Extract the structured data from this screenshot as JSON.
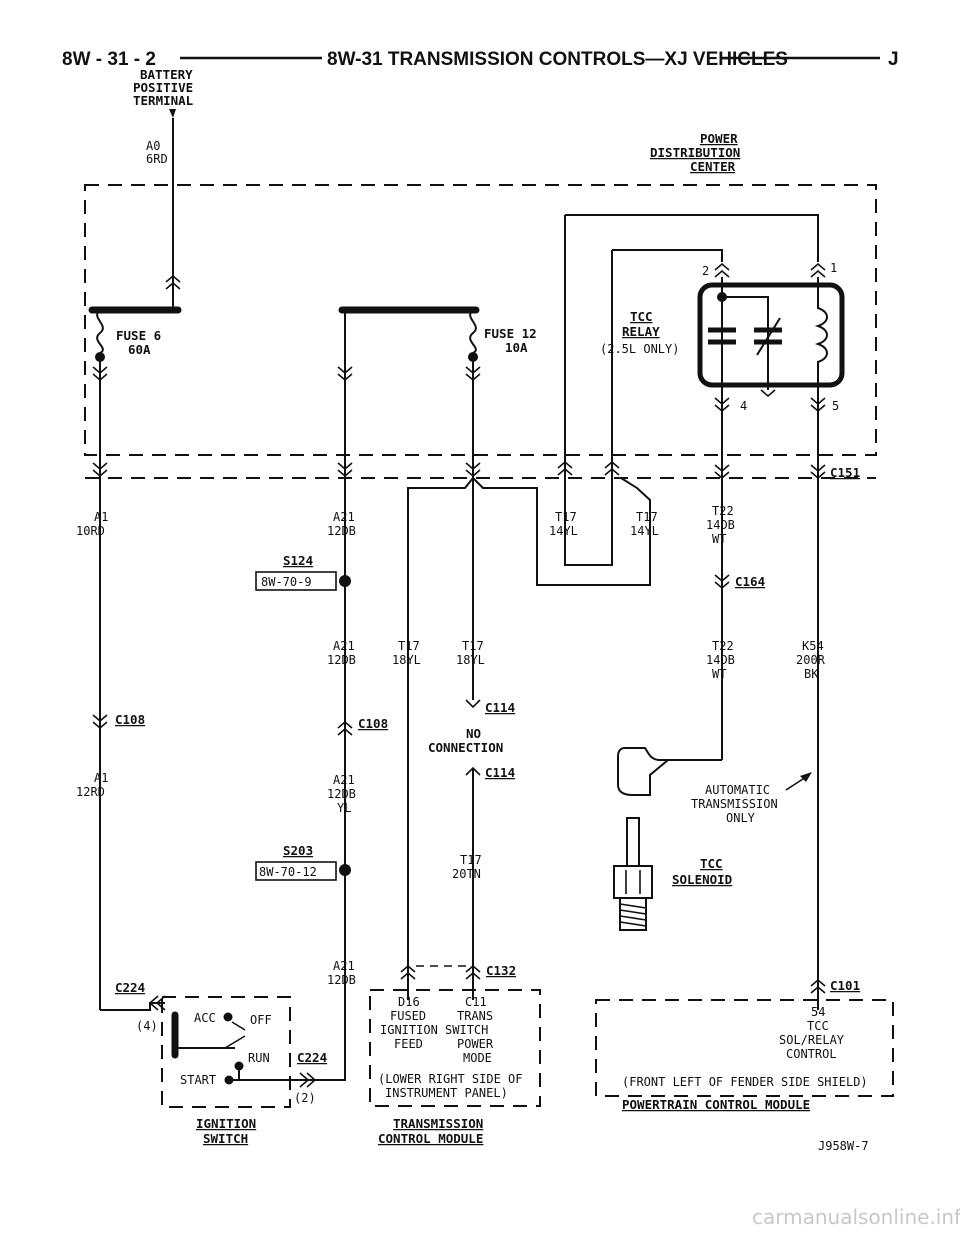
{
  "header": {
    "page_number": "8W - 31 - 2",
    "title": "8W-31 TRANSMISSION CONTROLS—XJ VEHICLES",
    "edition": "J"
  },
  "battery": {
    "l1": "BATTERY",
    "l2": "POSITIVE",
    "l3": "TERMINAL",
    "wire_circuit": "A0",
    "wire_spec": "6RD"
  },
  "pdc": {
    "l1": "POWER",
    "l2": "DISTRIBUTION",
    "l3": "CENTER"
  },
  "fuse6": {
    "name": "FUSE 6",
    "rating": "60A"
  },
  "fuse12": {
    "name": "FUSE 12",
    "rating": "10A"
  },
  "relay": {
    "l1": "TCC",
    "l2": "RELAY",
    "note": "(2.5L ONLY)",
    "pin2": "2",
    "pin1": "1",
    "pin4": "4",
    "pin5": "5"
  },
  "connectors": {
    "c151": "C151",
    "c164": "C164",
    "c108a": "C108",
    "c108b": "C108",
    "c114a": "C114",
    "c114b": "C114",
    "c132": "C132",
    "c101": "C101",
    "c224a": "C224",
    "c224b": "C224",
    "pin4": "(4)",
    "pin2": "(2)"
  },
  "splices": {
    "s124": "S124",
    "s124_ref": "8W-70-9",
    "s203": "S203",
    "s203_ref": "8W-70-12"
  },
  "wires": {
    "a1_orn": {
      "c": "A1",
      "s": "10RD"
    },
    "a21_top": {
      "c": "A21",
      "s": "12DB"
    },
    "t17_left": {
      "c": "T17",
      "s": "14YL"
    },
    "t17_right": {
      "c": "T17",
      "s": "14YL"
    },
    "t22_top": {
      "c": "T22",
      "s1": "14DB",
      "s2": "WT"
    },
    "a21_mid": {
      "c": "A21",
      "s": "12DB"
    },
    "t17_a": {
      "c": "T17",
      "s": "18YL"
    },
    "t17_b": {
      "c": "T17",
      "s": "18YL"
    },
    "t22_mid": {
      "c": "T22",
      "s1": "14DB",
      "s2": "WT"
    },
    "k54": {
      "c": "K54",
      "s1": "200R",
      "s2": "BK"
    },
    "a1_low": {
      "c": "A1",
      "s": "12RD"
    },
    "a21_low": {
      "c": "A21",
      "s1": "12DB",
      "s2": "YL"
    },
    "t17_c": {
      "c": "T17",
      "s": "20TN"
    },
    "a21_bot": {
      "c": "A21",
      "s": "12DB"
    }
  },
  "no_connection": {
    "l1": "NO",
    "l2": "CONNECTION"
  },
  "auto_note": {
    "l1": "AUTOMATIC",
    "l2": "TRANSMISSION",
    "l3": "ONLY"
  },
  "tcc_solenoid": {
    "l1": "TCC",
    "l2": "SOLENOID"
  },
  "ignition": {
    "acc": "ACC",
    "off": "OFF",
    "run": "RUN",
    "start": "START",
    "l1": "IGNITION",
    "l2": "SWITCH"
  },
  "tcm": {
    "pin_d16": "D16",
    "pin_c11": "C11",
    "d16_l1": "FUSED",
    "d16_l2": "IGNITION SWITCH",
    "d16_l3": "FEED",
    "c11_l1": "TRANS",
    "c11_l2": "POWER",
    "c11_l3": "MODE",
    "loc1": "(LOWER RIGHT SIDE OF",
    "loc2": "INSTRUMENT PANEL)",
    "name1": "TRANSMISSION",
    "name2": "CONTROL MODULE"
  },
  "pcm": {
    "pin": "54",
    "l1": "TCC",
    "l2": "SOL/RELAY",
    "l3": "CONTROL",
    "loc": "(FRONT LEFT OF FENDER SIDE SHIELD)",
    "name": "POWERTRAIN CONTROL MODULE"
  },
  "figure_id": "J958W-7",
  "watermark": "carmanualsonline.info"
}
